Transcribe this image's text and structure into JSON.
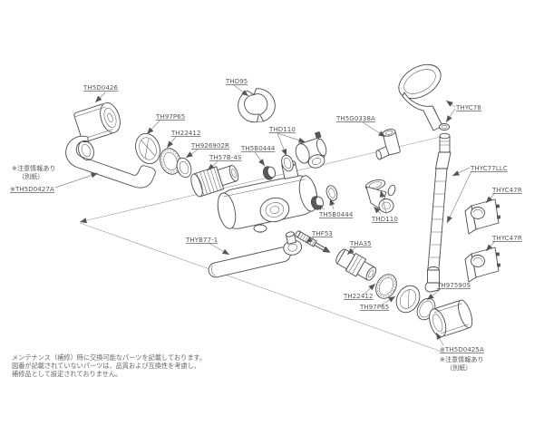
{
  "diagram": {
    "colors": {
      "background": "#ffffff",
      "line": "#4a4a4a",
      "text": "#555555",
      "leader": "#8a8a8a"
    },
    "labels": {
      "cap_top_left": "TH5D0426",
      "clip": "THD95",
      "trim_ring_upper": "TH97P65",
      "packing_ring_upper": "TH22412",
      "adapter_ring": "TH926902R",
      "cartridge": "TH57B-4S",
      "nut_upper": "TH5B0444",
      "washer_upper": "THD110",
      "elbow": "TH5G0338A",
      "shower_head": "THYC78",
      "shower_hose": "THYC77LLC",
      "hook_upper": "THYC47R",
      "hook_lower": "THYC47R",
      "lever_handle": "THYB77-1",
      "nut_lower": "TH5B0444",
      "washer_lower": "THD110",
      "spindle": "THF53",
      "valve_unit": "THA35",
      "packing_ring_lower": "TH22412",
      "trim_ring_lower": "TH97P65",
      "spacer_ring": "TH97590S"
    },
    "notes": {
      "left": {
        "caution": "※注意情報あり",
        "caution2": "（別紙）",
        "part": "※TH5D0427A"
      },
      "right": {
        "part": "※TH5D0425A",
        "caution": "※注意情報あり",
        "caution2": "（別紙）"
      }
    },
    "footer": {
      "line1": "メンテナンス（補修）時に交換可能なパーツを記載しております。",
      "line2": "図番が記載されていないパーツは、品質および互換性を考慮し、",
      "line3": "補修品として設定されておりません。"
    }
  }
}
